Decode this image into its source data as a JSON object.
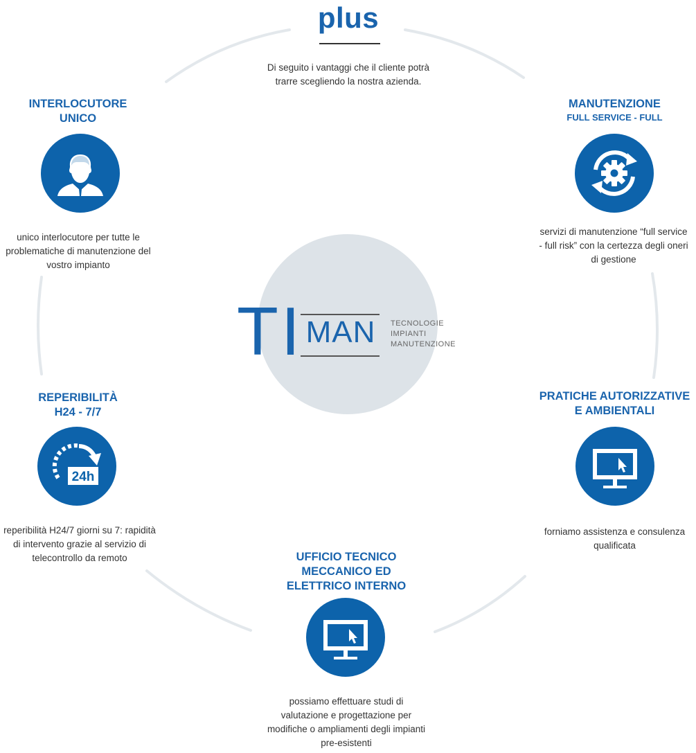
{
  "header": {
    "title": "plus",
    "intro": "Di seguito i vantaggi che il cliente potrà trarre scegliendo la nostra azienda."
  },
  "logo": {
    "mark_ti": "TI",
    "mark_man": "MAN",
    "tag_line1": "TECNOLOGIE",
    "tag_line2": "IMPIANTI",
    "tag_line3": "MANUTENZIONE",
    "background_color": "#dde3e8"
  },
  "colors": {
    "accent": "#1a64ad",
    "icon_circle": "#0d63ab",
    "ring": "#e3e8ec",
    "text": "#333333"
  },
  "features": {
    "interlocutore": {
      "title_line1": "INTERLOCUTORE",
      "title_line2": "UNICO",
      "icon": "businessman-icon",
      "description": "unico interlocutore per tutte le problematiche di manutenzione del vostro impianto"
    },
    "manutenzione": {
      "title_line1": "MANUTENZIONE",
      "title_line2": "FULL SERVICE - FULL",
      "icon": "gear-refresh-icon",
      "description": "servizi di manutenzione “full service - full risk” con la certezza degli oneri di gestione"
    },
    "reperibilita": {
      "title_line1": "REPERIBILITÀ",
      "title_line2": "H24 - 7/7",
      "icon": "clock-24h-icon",
      "icon_label": "24h",
      "description": "reperibilità H24/7 giorni su 7: rapidità di intervento grazie al servizio di telecontrollo da remoto"
    },
    "pratiche": {
      "title_line1": "PRATICHE AUTORIZZATIVE",
      "title_line2": "E AMBIENTALI",
      "icon": "monitor-cursor-icon",
      "description": "forniamo assistenza e consulenza qualificata"
    },
    "ufficio": {
      "title_line1": "UFFICIO TECNICO",
      "title_line2": "MECCANICO ED",
      "title_line3": "ELETTRICO INTERNO",
      "icon": "monitor-cursor-icon",
      "description": "possiamo effettuare studi di valutazione e progettazione per modifiche o ampliamenti degli impianti pre-esistenti"
    }
  }
}
